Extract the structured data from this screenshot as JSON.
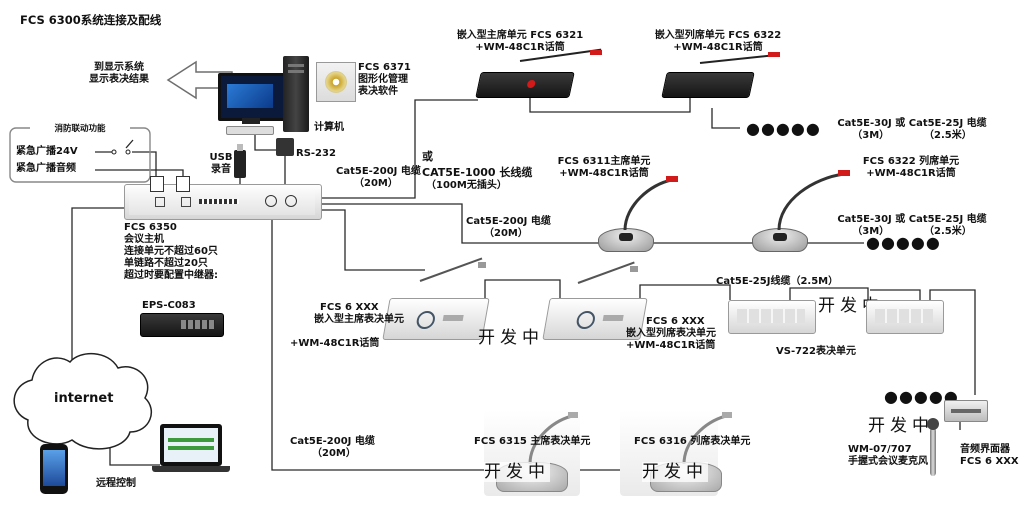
{
  "title": "FCS 6300系统连接及配线",
  "display_system": {
    "line1": "到显示系统",
    "line2": "显示表决结果"
  },
  "software": {
    "line1": "FCS 6371",
    "line2": "图形化管理",
    "line3": "表决软件"
  },
  "computer_label": "计算机",
  "fire_box": {
    "title": "消防联动功能",
    "broadcast_24v": "紧急广播24V",
    "broadcast_audio": "紧急广播音频"
  },
  "usb_label": {
    "line1": "USB",
    "line2": "录音"
  },
  "rs232_label": "RS-232",
  "host": {
    "line1": "FCS 6350",
    "line2": "会议主机",
    "line3": "连接单元不超过60只",
    "line4": "单链路不超过20只",
    "line5": "超过时要配置中继器:",
    "repeater": "EPS-C083"
  },
  "internet_label": "internet",
  "remote_label": "远程控制",
  "embedded_chair": {
    "line1": "嵌入型主席单元 FCS 6321",
    "line2": "+WM-48C1R话筒"
  },
  "embedded_delegate": {
    "line1": "嵌入型列席单元 FCS 6322",
    "line2": "+WM-48C1R话筒"
  },
  "cable_top": {
    "line1": "Cat5E-200J 电缆",
    "line2": "（20M）"
  },
  "or_label": "或",
  "cable_long": {
    "line1": "CAT5E-1000 长线缆",
    "line2": "（100M无插头）"
  },
  "cable_ext_top": {
    "line1": "Cat5E-30J  或  Cat5E-25J 电缆",
    "line2": "（3M）          （2.5米）"
  },
  "desk_chair": {
    "line1": "FCS 6311主席单元",
    "line2": "+WM-48C1R话筒"
  },
  "desk_delegate": {
    "line1": "FCS 6322 列席单元",
    "line2": "+WM-48C1R话筒"
  },
  "cable_mid": {
    "line1": "Cat5E-200J 电缆",
    "line2": "（20M）"
  },
  "cable_ext_mid": {
    "line1": "Cat5E-30J  或  Cat5E-25J 电缆",
    "line2": "（3M）          （2.5米）"
  },
  "cable_25j": "Cat5E-25J线缆（2.5M）",
  "vote_chair": {
    "line1": "FCS 6 XXX",
    "line2": "嵌入型主席表决单元",
    "line3": "+WM-48C1R话筒"
  },
  "vote_delegate": {
    "line1": "FCS 6 XXX",
    "line2": "嵌入型列席表决单元",
    "line3": "+WM-48C1R话筒"
  },
  "vs722_label": "VS-722表决单元",
  "cable_bottom": {
    "line1": "Cat5E-200J 电缆",
    "line2": "（20M）"
  },
  "desk_vote_chair": "FCS  6315 主席表决单元",
  "desk_vote_delegate": "FCS  6316 列席表决单元",
  "handheld": {
    "line1": "WM-07/707",
    "line2": "手握式会议麦克风"
  },
  "audio_interface": {
    "line1": "音频界面器",
    "line2": "FCS 6 XXX"
  },
  "wip": "开发中",
  "dots": "●●●●●",
  "colors": {
    "line": "#2a2a2a",
    "device_dark": "#1e1e1e",
    "mic_red": "#d11a1a",
    "arrow": "#6e6e6e"
  }
}
